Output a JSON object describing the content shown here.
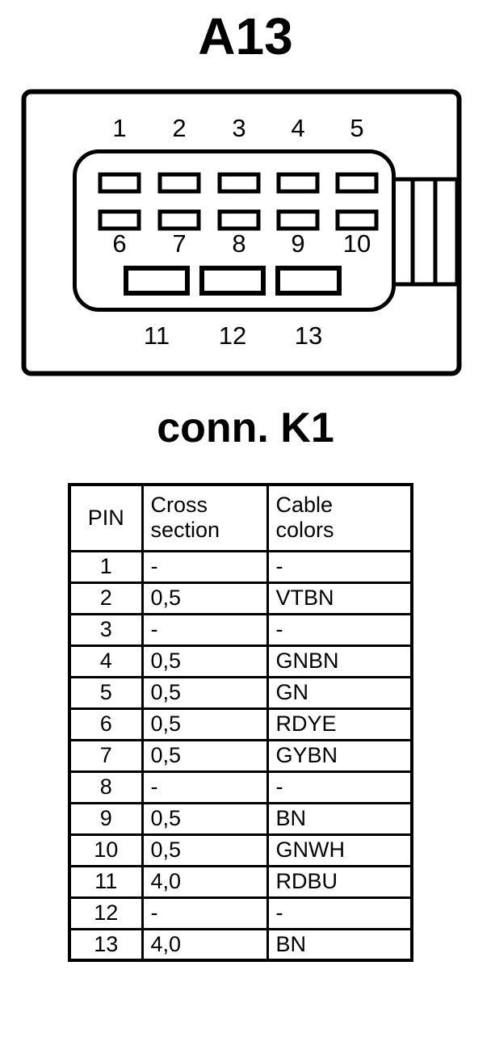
{
  "connector": {
    "title": "A13",
    "top_row_labels": [
      "1",
      "2",
      "3",
      "4",
      "5"
    ],
    "middle_row_labels": [
      "6",
      "7",
      "8",
      "9",
      "10"
    ],
    "bottom_row_labels": [
      "11",
      "12",
      "13"
    ],
    "stroke_color": "#000000",
    "background_color": "#ffffff"
  },
  "table_title": "conn. K1",
  "table": {
    "headers": {
      "pin": "PIN",
      "cross_section_line1": "Cross",
      "cross_section_line2": "section",
      "cable_colors_line1": "Cable",
      "cable_colors_line2": "colors"
    },
    "rows": [
      {
        "pin": "1",
        "cross_section": "-",
        "cable_color": "-"
      },
      {
        "pin": "2",
        "cross_section": "0,5",
        "cable_color": "VTBN"
      },
      {
        "pin": "3",
        "cross_section": "-",
        "cable_color": "-"
      },
      {
        "pin": "4",
        "cross_section": "0,5",
        "cable_color": "GNBN"
      },
      {
        "pin": "5",
        "cross_section": "0,5",
        "cable_color": "GN"
      },
      {
        "pin": "6",
        "cross_section": "0,5",
        "cable_color": "RDYE"
      },
      {
        "pin": "7",
        "cross_section": "0,5",
        "cable_color": "GYBN"
      },
      {
        "pin": "8",
        "cross_section": "-",
        "cable_color": "-"
      },
      {
        "pin": "9",
        "cross_section": "0,5",
        "cable_color": "BN"
      },
      {
        "pin": "10",
        "cross_section": "0,5",
        "cable_color": "GNWH"
      },
      {
        "pin": "11",
        "cross_section": "4,0",
        "cable_color": "RDBU"
      },
      {
        "pin": "12",
        "cross_section": "-",
        "cable_color": "-"
      },
      {
        "pin": "13",
        "cross_section": "4,0",
        "cable_color": "BN"
      }
    ]
  }
}
